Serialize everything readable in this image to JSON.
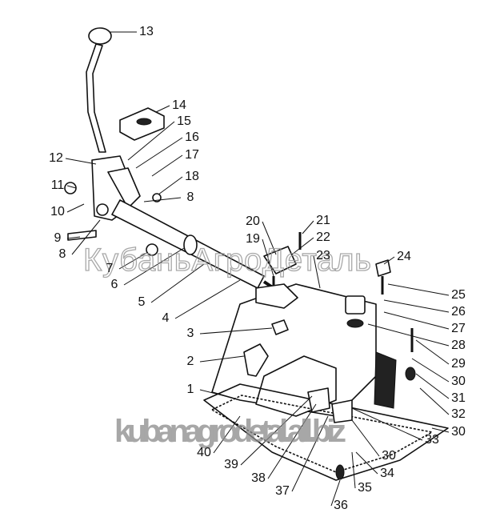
{
  "diagram": {
    "labels": [
      "13",
      "14",
      "15",
      "16",
      "17",
      "18",
      "8",
      "12",
      "11",
      "10",
      "9",
      "8",
      "7",
      "6",
      "5",
      "4",
      "20",
      "21",
      "19",
      "22",
      "23",
      "24",
      "25",
      "26",
      "27",
      "28",
      "29",
      "30",
      "31",
      "32",
      "30",
      "33",
      "30",
      "34",
      "35",
      "36",
      "37",
      "38",
      "39",
      "40",
      "3",
      "2",
      "1"
    ]
  },
  "watermarks": {
    "top": "КубаньАгроДеталь",
    "bottom": "kubanagrodetal.all.biz"
  }
}
